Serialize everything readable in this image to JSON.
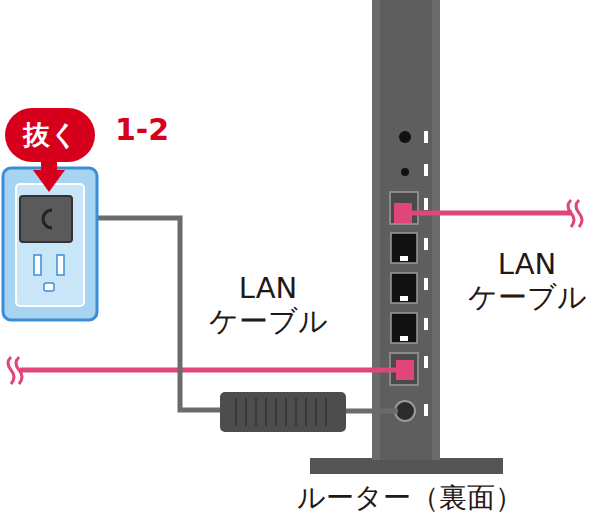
{
  "diagram": {
    "nodes": [
      {
        "text": [
          "抜く"
        ]
      }
    ],
    "labels": [
      "1-2",
      "LAN ケーブル",
      "LAN ケーブル",
      "ルーター（裏面）"
    ]
  }
}
